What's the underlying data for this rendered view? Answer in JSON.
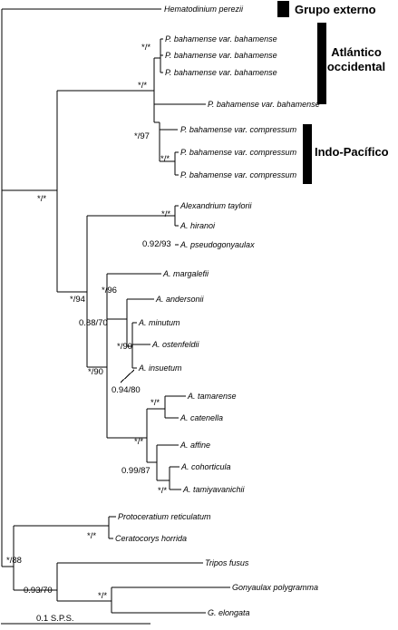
{
  "taxa": [
    {
      "id": "hp",
      "text": "Hematodinium perezii"
    },
    {
      "id": "pb1",
      "text": "P. bahamense var. bahamense"
    },
    {
      "id": "pb2",
      "text": "P. bahamense var. bahamense"
    },
    {
      "id": "pb3",
      "text": "P. bahamense var. bahamense"
    },
    {
      "id": "pb4",
      "text": "P. bahamense var. bahamense"
    },
    {
      "id": "pc1",
      "text": "P. bahamense var. compressum"
    },
    {
      "id": "pc2",
      "text": "P. bahamense var. compressum"
    },
    {
      "id": "pc3",
      "text": "P. bahamense var. compressum"
    },
    {
      "id": "at",
      "text": "Alexandrium taylorii"
    },
    {
      "id": "ah",
      "text": "A. hiranoi"
    },
    {
      "id": "ap",
      "text": "A. pseudogonyaulax"
    },
    {
      "id": "am",
      "text": "A. margalefii"
    },
    {
      "id": "aa",
      "text": "A. andersonii"
    },
    {
      "id": "ami",
      "text": "A. minutum"
    },
    {
      "id": "ao",
      "text": "A. ostenfeldii"
    },
    {
      "id": "ai",
      "text": "A. insuetum"
    },
    {
      "id": "ata",
      "text": "A. tamarense"
    },
    {
      "id": "ac",
      "text": "A. catenella"
    },
    {
      "id": "af",
      "text": "A. affine"
    },
    {
      "id": "aco",
      "text": "A. cohorticula"
    },
    {
      "id": "atm",
      "text": "A. tamiyavanichii"
    },
    {
      "id": "pr",
      "text": "Protoceratium reticulatum"
    },
    {
      "id": "ch",
      "text": "Ceratocorys horrida"
    },
    {
      "id": "tf",
      "text": "Tripos fusus"
    },
    {
      "id": "gp",
      "text": "Gonyaulax polygramma"
    },
    {
      "id": "ge",
      "text": "G. elongata"
    }
  ],
  "supports": [
    {
      "id": "s-pb",
      "text": "*/*"
    },
    {
      "id": "s-pbcore",
      "text": "*/*"
    },
    {
      "id": "s-pyro",
      "text": "*/97"
    },
    {
      "id": "s-pc",
      "text": "*/*"
    },
    {
      "id": "s-root",
      "text": "*/*"
    },
    {
      "id": "s-alex",
      "text": "*/94"
    },
    {
      "id": "s-tay",
      "text": "*/*"
    },
    {
      "id": "s-hir",
      "text": "0.92/93"
    },
    {
      "id": "s-96",
      "text": "*/96"
    },
    {
      "id": "s-88",
      "text": "0.88/70"
    },
    {
      "id": "s-min",
      "text": "*/90"
    },
    {
      "id": "s-9480",
      "text": "0.94/80"
    },
    {
      "id": "s-90",
      "text": "*/90"
    },
    {
      "id": "s-tam",
      "text": "*/*"
    },
    {
      "id": "s-aff",
      "text": "*/*"
    },
    {
      "id": "s-9987",
      "text": "0.99/87"
    },
    {
      "id": "s-coh",
      "text": "*/*"
    },
    {
      "id": "s-proto",
      "text": "*/*"
    },
    {
      "id": "s-outer",
      "text": "*/88"
    },
    {
      "id": "s-9370",
      "text": "0.93/70"
    },
    {
      "id": "s-gony",
      "text": "*/*"
    }
  ],
  "groups": [
    {
      "id": "g-ext",
      "lines": [
        "Grupo externo"
      ]
    },
    {
      "id": "g-atl",
      "lines": [
        "Atlántico",
        "occidental"
      ]
    },
    {
      "id": "g-indo",
      "lines": [
        "Indo-Pacífico"
      ]
    }
  ],
  "scale_bar": {
    "label": "0.1 S.P.S."
  }
}
